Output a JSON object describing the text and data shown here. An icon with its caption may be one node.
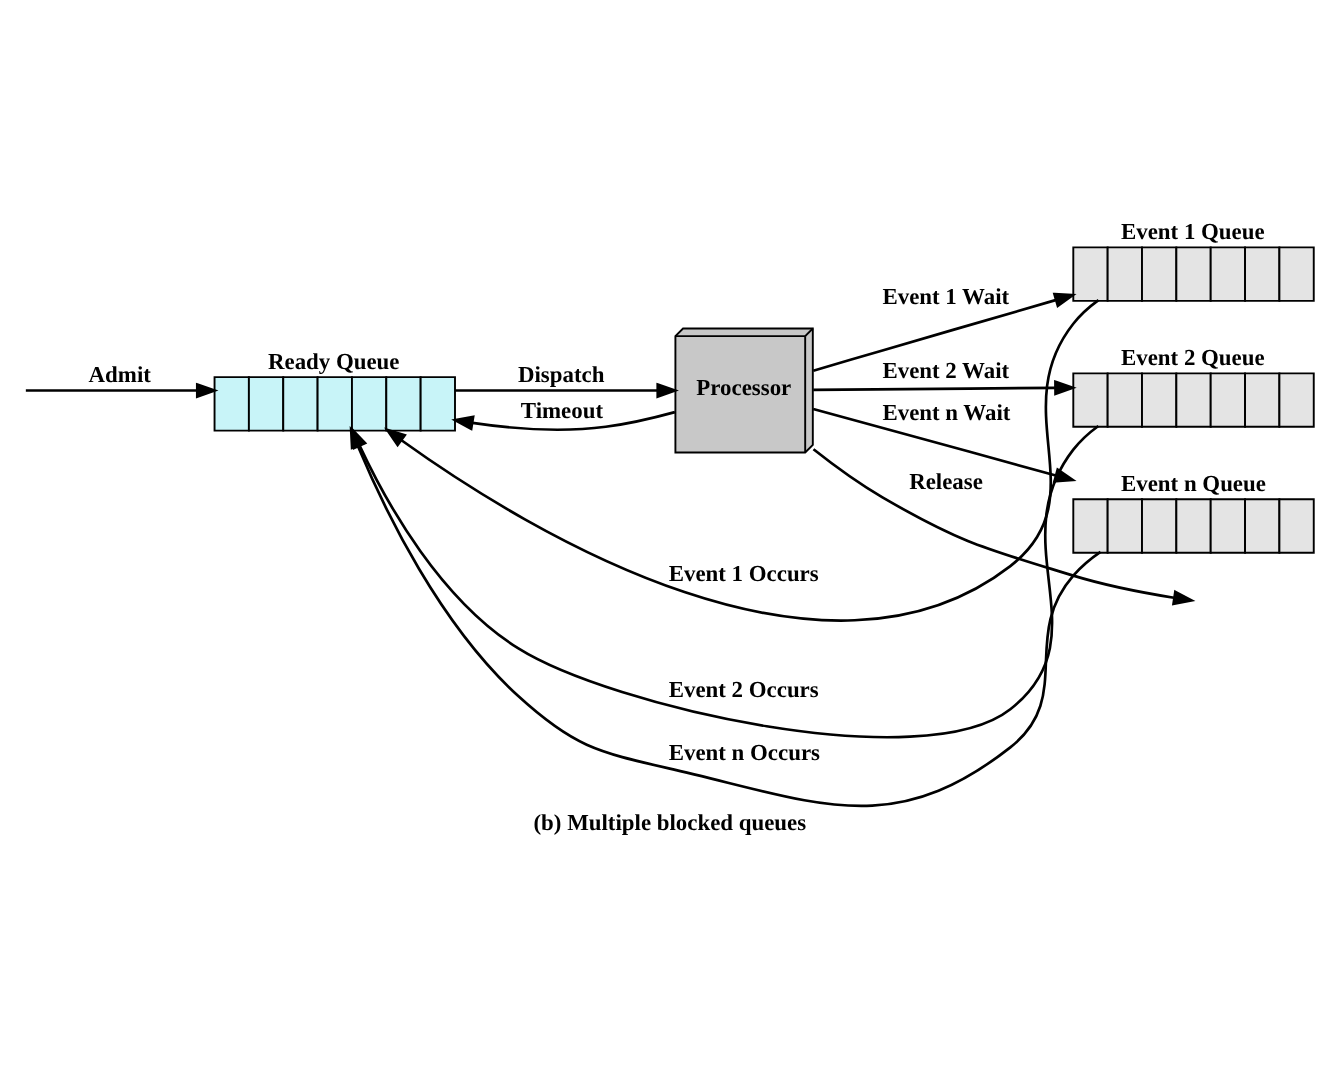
{
  "diagram": {
    "caption": "(b) Multiple blocked queues",
    "nodes": [
      {
        "text": [
          "Ready Queue"
        ]
      },
      {
        "text": [
          "Processor"
        ]
      },
      {
        "text": [
          "Event 1 Queue"
        ]
      },
      {
        "text": [
          "Event 2 Queue"
        ]
      },
      {
        "text": [
          "Event n Queue"
        ]
      }
    ],
    "edges": [
      {
        "from": null,
        "to": 0,
        "arrow": "to",
        "label": "Admit"
      },
      {
        "from": 0,
        "to": 1,
        "arrow": "to",
        "label": "Dispatch"
      },
      {
        "from": 1,
        "to": null,
        "arrow": "to",
        "label": "Release"
      },
      {
        "from": 1,
        "to": 0,
        "arrow": "to",
        "label": "Timeout"
      },
      {
        "from": 1,
        "to": 2,
        "arrow": "to",
        "label": "Event 1 Wait"
      },
      {
        "from": 1,
        "to": 3,
        "arrow": "to",
        "label": "Event 2 Wait"
      },
      {
        "from": 1,
        "to": 4,
        "arrow": "to",
        "label": "Event n Wait"
      },
      {
        "from": 2,
        "to": 0,
        "arrow": "to",
        "label": "Event 1 Occurs"
      },
      {
        "from": 3,
        "to": 0,
        "arrow": "to",
        "label": "Event 2 Occurs"
      },
      {
        "from": 4,
        "to": 0,
        "arrow": "to",
        "label": "Event n Occurs"
      }
    ]
  }
}
